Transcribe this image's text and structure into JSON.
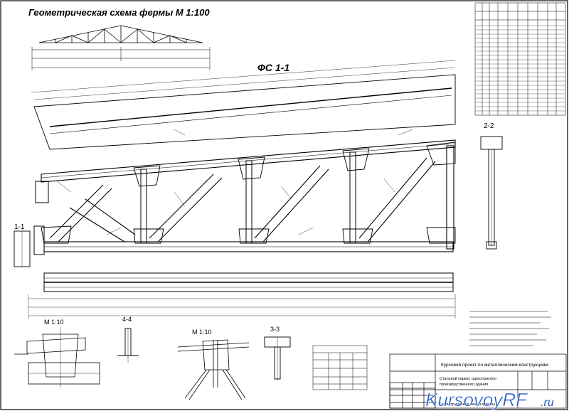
{
  "geometric_title": "Геометрическая схема фермы М 1:100",
  "main_title": "ФС 1-1",
  "sections": {
    "s22": "2-2",
    "s11": "1-1",
    "s44": "4-4",
    "s33": "3-3",
    "m16": "М 1:10",
    "m110": "М 1:10"
  },
  "stamp": {
    "line1": "Курсовой проект по металлическим конструкциям",
    "line2": "Стальной каркас одноэтажного",
    "line3": "производственного здания",
    "line4": "Геометрическая схема фермы"
  },
  "watermark": {
    "brand": "KursovoyRF",
    "tld": ".ru",
    "brand_color": "#1e56c8"
  },
  "colors": {
    "line": "#000000",
    "paper": "#ffffff"
  }
}
